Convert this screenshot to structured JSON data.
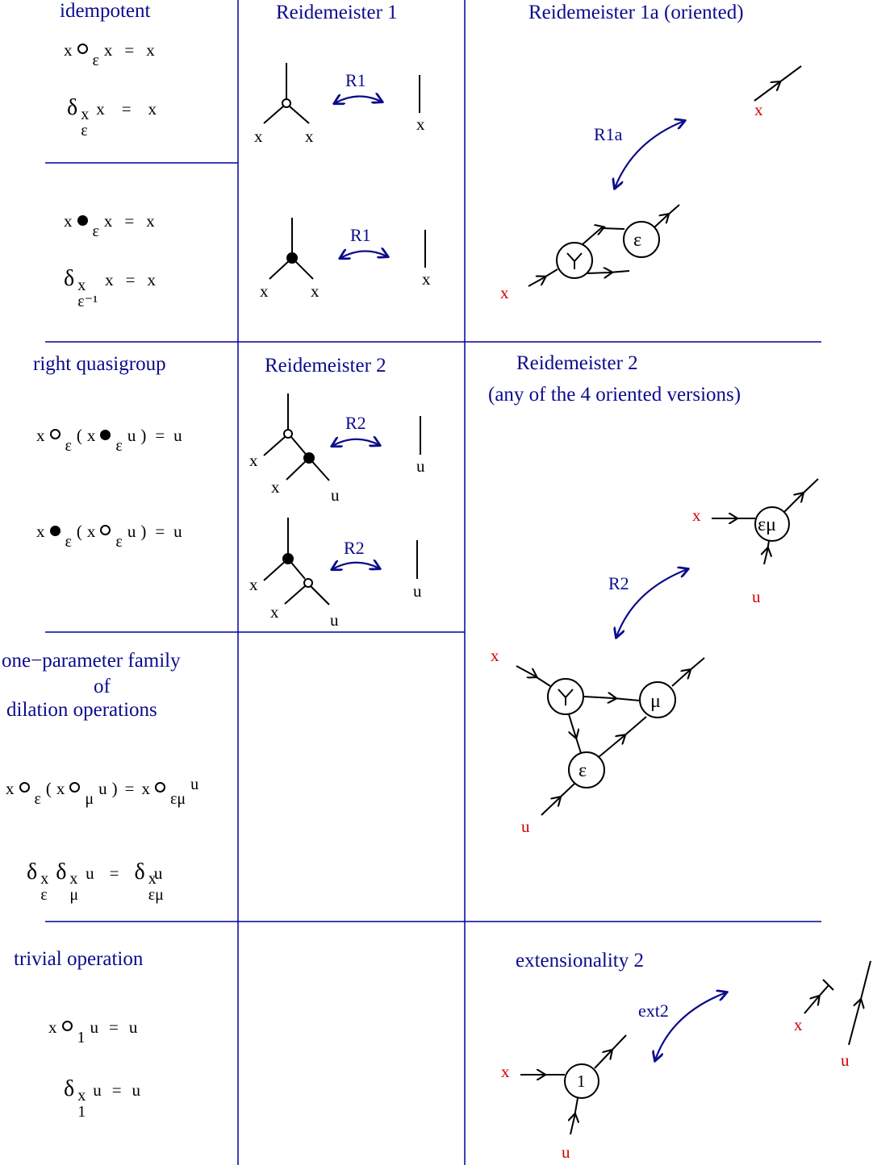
{
  "headings": {
    "idempotent": "idempotent",
    "r1": "Reidemeister 1",
    "r1a": "Reidemeister 1a (oriented)",
    "right_quasigroup": "right quasigroup",
    "r2": "Reidemeister 2",
    "r2_oriented_1": "Reidemeister 2",
    "r2_oriented_2": "(any of the 4 oriented versions)",
    "family_1": "one−parameter family",
    "family_2": "of",
    "family_3": "dilation operations",
    "trivial": "trivial operation",
    "ext2": "extensionality 2"
  },
  "symbols": {
    "x": "x",
    "u": "u",
    "eq": "=",
    "eps": "ε",
    "mu": "μ",
    "delta": "δ",
    "epsinv": "ε⁻¹",
    "epsmu": "εμ",
    "one": "1",
    "lp": "(",
    "rp": ")"
  },
  "diagram_labels": {
    "r1": "R1",
    "r1a": "R1a",
    "r2": "R2",
    "ext2": "ext2",
    "node_eps": "ε",
    "node_mu": "μ",
    "node_epsmu": "εμ",
    "node_one": "1",
    "node_fan": "Y"
  },
  "colors": {
    "line": "#0000a0",
    "heading": "#0b0b8c",
    "variable_red": "#d00000"
  }
}
